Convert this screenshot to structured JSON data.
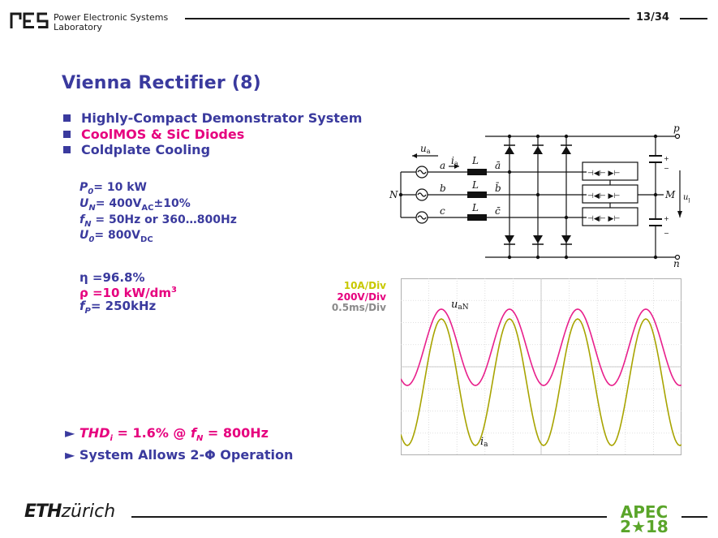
{
  "header": {
    "lab_line1": "Power Electronic Systems",
    "lab_line2": "Laboratory",
    "page": "13/34"
  },
  "title": "Vienna Rectifier (8)",
  "bullets": [
    {
      "text": "Highly-Compact Demonstrator System",
      "color": "#3a3a9e"
    },
    {
      "text": "CoolMOS & SiC Diodes",
      "color": "#e6007e"
    },
    {
      "text": "Coldplate Cooling",
      "color": "#3a3a9e"
    }
  ],
  "specs": {
    "p0": "P",
    "p0_sub": "0",
    "p0_val": "= 10 kW",
    "un": "U",
    "un_sub": "N",
    "un_val": "= 400V",
    "un_val_sub": "AC",
    "un_val_tail": "±10%",
    "fn": "f",
    "fn_sub": "N",
    "fn_val": " = 50Hz or 360…800Hz",
    "u0": "U",
    "u0_sub": "0",
    "u0_val": "= 800V",
    "u0_val_sub": "DC"
  },
  "performance": {
    "eta": "η =96.8%",
    "rho": "ρ =10 kW/dm",
    "rho_sup": "3",
    "fp": "f",
    "fp_sub": "P",
    "fp_val": "= 250kHz"
  },
  "scope_legend": {
    "current": "10A/Div",
    "voltage": "200V/Div",
    "time": "0.5ms/Div"
  },
  "scope_labels": {
    "voltage": "u",
    "voltage_sub": "aN",
    "current": "i",
    "current_sub": "a"
  },
  "bottom": {
    "thd_pre": "THD",
    "thd_sub": "i",
    "thd_mid": " = 1.6% @ ",
    "thd_f": "f",
    "thd_f_sub": "N",
    "thd_post": " = 800Hz",
    "op": "System Allows 2-Φ Operation"
  },
  "schematic": {
    "label_N": "N",
    "label_M": "M",
    "label_p": "p",
    "label_n": "n",
    "label_ua": "u",
    "label_ua_sub": "a",
    "label_ia": "i",
    "label_ia_sub": "a",
    "label_a": "a",
    "label_b": "b",
    "label_c": "c",
    "label_L": "L",
    "label_abar": "ā",
    "label_bbar": "b̄",
    "label_cbar": "c̄",
    "label_upn": "u",
    "label_upn_sub": "pn",
    "label_plus": "+",
    "label_minus": "−"
  },
  "footer": {
    "eth_bold": "ETH",
    "eth_rest": "zürich",
    "apec_line1": "APEC",
    "apec_line2": "2★18"
  },
  "colors": {
    "title_blue": "#3a3a9e",
    "pink": "#e6007e",
    "olive": "#c8c800",
    "trace_pink": "#e8208c",
    "trace_olive": "#a8a400"
  }
}
